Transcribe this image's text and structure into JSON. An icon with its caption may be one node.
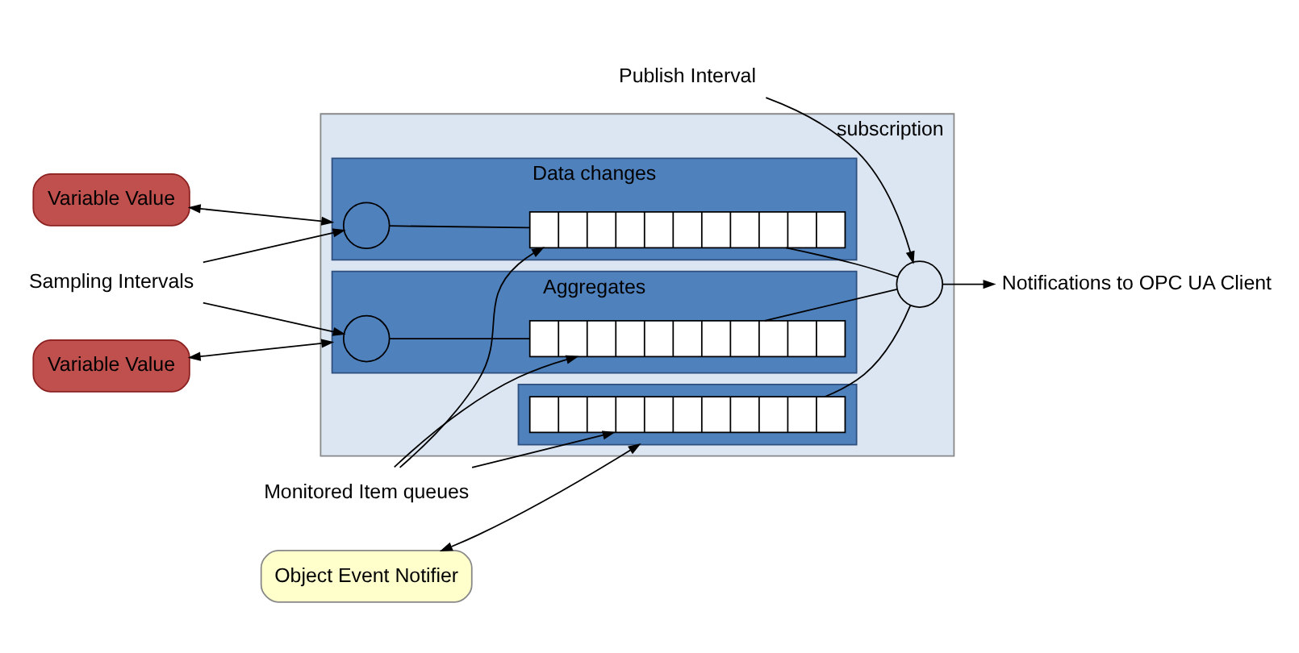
{
  "diagram": {
    "nodes": [
      {
        "text": [
          "subscription"
        ]
      },
      {
        "text": [
          "Data changes"
        ],
        "in": 0
      },
      {
        "text": [],
        "shape": "circle",
        "in": 1
      },
      {
        "text": [],
        "shape": "bar",
        "in": 1
      },
      {
        "text": [
          "Aggregates"
        ],
        "in": 0
      },
      {
        "text": [],
        "shape": "circle",
        "in": 4
      },
      {
        "text": [],
        "shape": "bar",
        "in": 4
      },
      {
        "text": [],
        "shape": "box",
        "in": 0
      },
      {
        "text": [],
        "shape": "bar",
        "in": 7
      },
      {
        "text": [],
        "shape": "circle",
        "in": 0
      },
      {
        "text": [
          "Variable Value"
        ]
      },
      {
        "text": [
          "Variable Value"
        ]
      },
      {
        "text": [
          "Object Event Notifier"
        ]
      },
      {
        "text": [
          "Sampling Intervals"
        ]
      },
      {
        "text": [
          "Monitored Item queues"
        ]
      },
      {
        "text": [
          "Publish Interval"
        ]
      },
      {
        "text": [
          "Notifications to OPC UA Client"
        ]
      }
    ],
    "edges": [
      {
        "from": 10,
        "to": 1,
        "arrow": "both"
      },
      {
        "from": 11,
        "to": 4,
        "arrow": "both"
      },
      {
        "from": 12,
        "to": 7,
        "arrow": "both"
      },
      {
        "from": 2,
        "to": 3,
        "arrow": "none"
      },
      {
        "from": 5,
        "to": 6,
        "arrow": "none"
      },
      {
        "from": 3,
        "to": 9,
        "arrow": "none"
      },
      {
        "from": 6,
        "to": 9,
        "arrow": "none"
      },
      {
        "from": 8,
        "to": 9,
        "arrow": "none"
      },
      {
        "from": 9,
        "to": 16,
        "arrow": "to"
      },
      {
        "from": 15,
        "to": 9,
        "arrow": "to"
      },
      {
        "from": 13,
        "to": 2,
        "arrow": "to"
      },
      {
        "from": 13,
        "to": 5,
        "arrow": "to"
      },
      {
        "from": 14,
        "to": 3,
        "arrow": "to"
      },
      {
        "from": 14,
        "to": 6,
        "arrow": "to"
      },
      {
        "from": 14,
        "to": 8,
        "arrow": "to"
      }
    ]
  }
}
